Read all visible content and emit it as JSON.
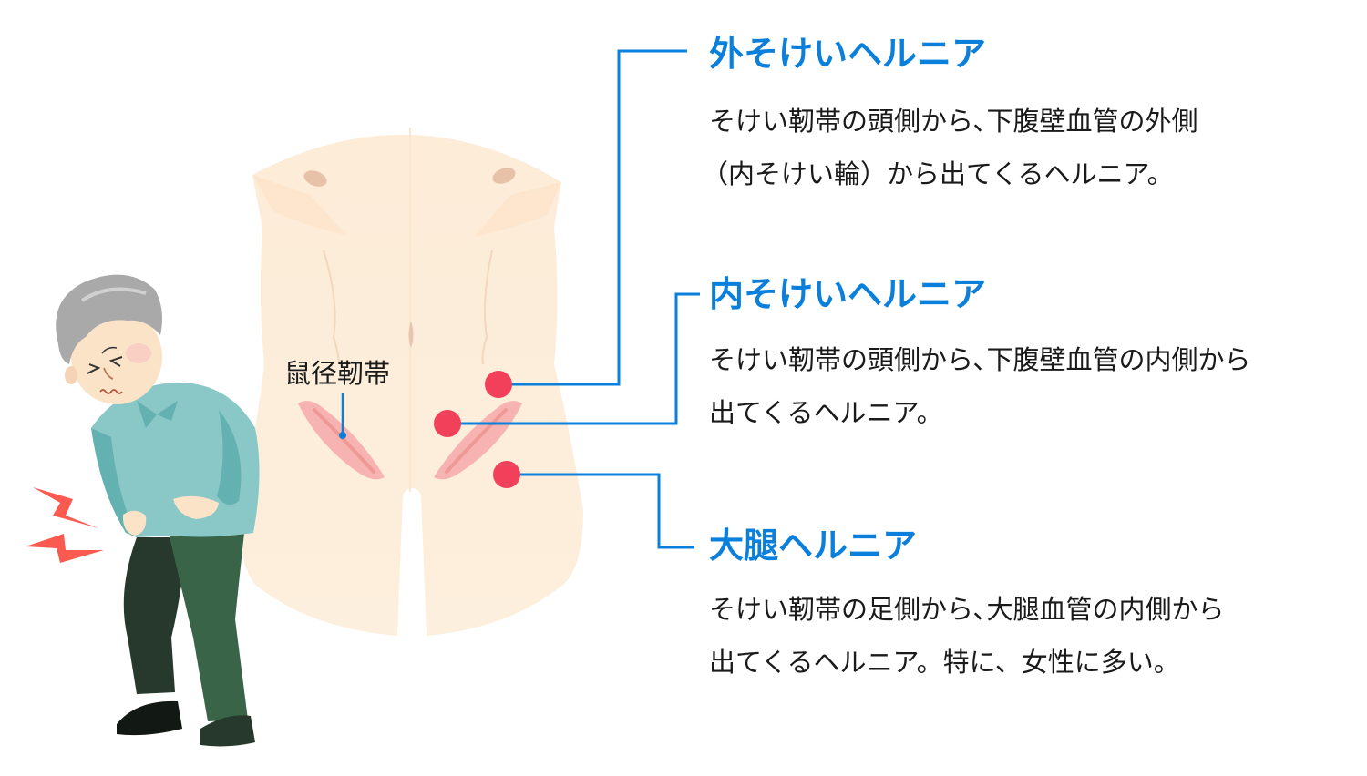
{
  "diagram": {
    "colors": {
      "accent_blue": "#0a7fdc",
      "marker_red": "#f2405a",
      "skin": "#fdefdc",
      "ligament_pink": "#f7a7a7",
      "text": "#1a1a1a"
    },
    "ligament_label": "鼠径靭帯",
    "hernias": [
      {
        "id": "indirect-inguinal",
        "title": "外そけいヘルニア",
        "description_lines": [
          "そけい靭帯の頭側から､下腹壁血管の外側",
          "（内そけい輪）から出てくるヘルニア。"
        ]
      },
      {
        "id": "direct-inguinal",
        "title": "内そけいヘルニア",
        "description_lines": [
          "そけい靭帯の頭側から､下腹壁血管の内側から",
          "出てくるヘルニア。"
        ]
      },
      {
        "id": "femoral",
        "title": "大腿ヘルニア",
        "description_lines": [
          "そけい靭帯の足側から､大腿血管の内側から",
          "出てくるヘルニア。特に、女性に多い。"
        ]
      }
    ],
    "illustration": {
      "figure": "elderly-man-holding-groin-in-pain",
      "pain_marks": 2,
      "markers": 3
    }
  }
}
